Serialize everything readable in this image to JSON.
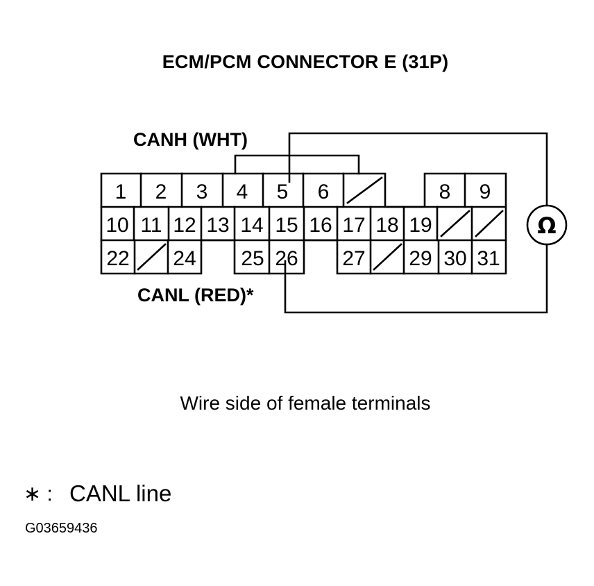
{
  "title": "ECM/PCM CONNECTOR E (31P)",
  "wire_labels": {
    "canh": "CANH (WHT)",
    "canl": "CANL (RED)*"
  },
  "ohmmeter_symbol": "Ω",
  "caption": "Wire side of female terminals",
  "note": {
    "symbol": "∗ :",
    "text": "CANL line"
  },
  "figure_code": "G03659436",
  "terminals": {
    "row1": [
      "1",
      "2",
      "3",
      "4",
      "5",
      "6",
      "8",
      "9"
    ],
    "row2": [
      "10",
      "11",
      "12",
      "13",
      "14",
      "15",
      "16",
      "17",
      "18",
      "19"
    ],
    "row3": [
      "22",
      "24",
      "25",
      "26",
      "27",
      "29",
      "30",
      "31"
    ]
  },
  "probed_terminals": {
    "canh": "5",
    "canl": "26"
  }
}
